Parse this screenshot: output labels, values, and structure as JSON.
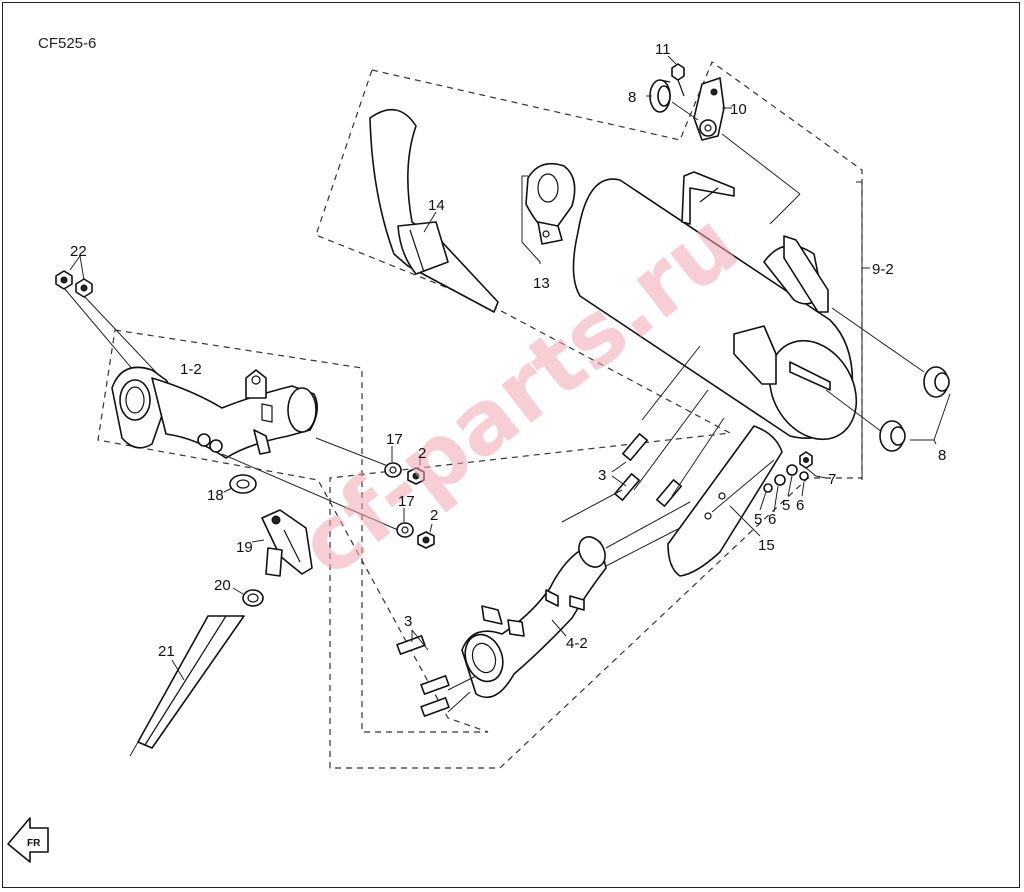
{
  "diagram_code": "CF525-6",
  "watermark": "cf-parts.ru",
  "labels": {
    "l22": "22",
    "l1_2": "1-2",
    "l18": "18",
    "l19": "19",
    "l20": "20",
    "l21": "21",
    "l17a": "17",
    "l2a": "2",
    "l17b": "17",
    "l2b": "2",
    "l14": "14",
    "l13": "13",
    "l11": "11",
    "l8a": "8",
    "l10": "10",
    "l9_2": "9-2",
    "l8b": "8",
    "l7": "7",
    "l5a": "5",
    "l6a": "6",
    "l5b": "5",
    "l6b": "6",
    "l3a": "3",
    "l15": "15",
    "l3b": "3",
    "l4_2": "4-2"
  },
  "front_indicator": "FR"
}
